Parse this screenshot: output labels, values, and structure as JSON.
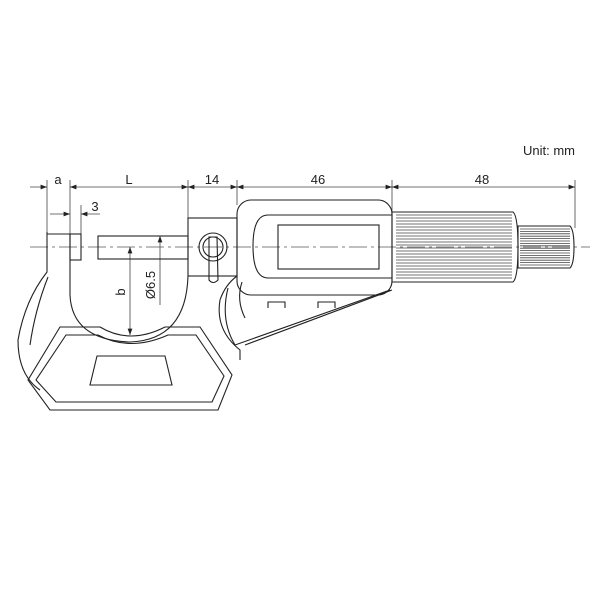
{
  "unit_label": "Unit: mm",
  "dimensions": {
    "a": "a",
    "L": "L",
    "d14": "14",
    "d46": "46",
    "d48": "48",
    "d3": "3",
    "b": "b",
    "diameter": "Ø6.5"
  },
  "colors": {
    "line": "#222222",
    "background": "#ffffff"
  }
}
